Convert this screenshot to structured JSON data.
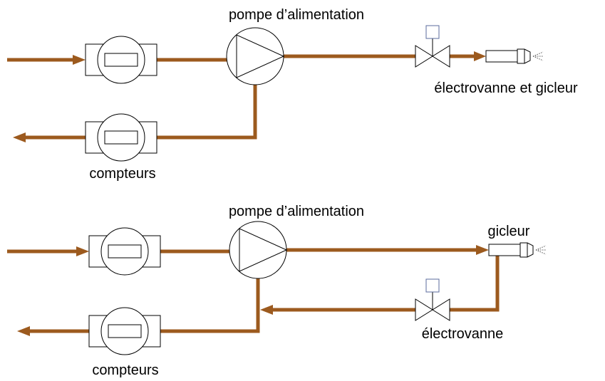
{
  "diagrams": [
    {
      "pump_label": "pompe d’alimentation",
      "valve_label": "électrovanne et gicleur",
      "meters_label": "compteurs"
    },
    {
      "pump_label": "pompe d’alimentation",
      "nozzle_label": "gicleur",
      "valve_label": "électrovanne",
      "meters_label": "compteurs"
    }
  ],
  "colors": {
    "pipe": "#9c5a1e",
    "actuator": "#5b6b9c"
  }
}
